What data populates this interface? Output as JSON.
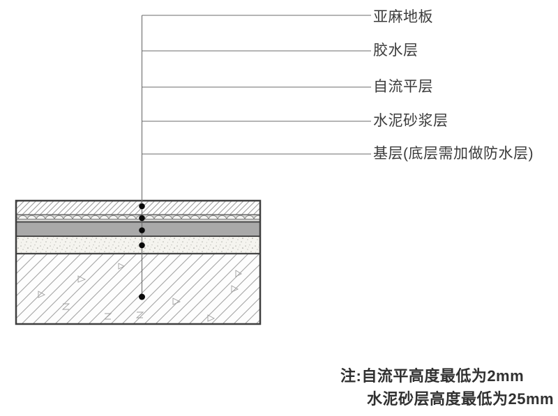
{
  "callouts": {
    "items": [
      {
        "label": "亚麻地板"
      },
      {
        "label": "胶水层"
      },
      {
        "label": "自流平层"
      },
      {
        "label": "水泥砂浆层"
      },
      {
        "label": "基层(底层需加做防水层)"
      }
    ]
  },
  "notes": {
    "line1": "注:自流平高度最低为2mm",
    "line2": "水泥砂层高度最低为25mm"
  },
  "cross_section": {
    "layers": [
      {
        "name": "linoleum-floor",
        "label": "亚麻地板",
        "pattern": "fine-diagonal-hatch"
      },
      {
        "name": "glue-layer",
        "label": "胶水层",
        "pattern": "scallop-row"
      },
      {
        "name": "self-leveling-layer",
        "label": "自流平层",
        "pattern": "solid-gray",
        "color": "#a9a9a9"
      },
      {
        "name": "cement-mortar-layer",
        "label": "水泥砂浆层",
        "pattern": "stipple"
      },
      {
        "name": "base-layer",
        "label": "基层(底层需加做防水层)",
        "pattern": "coarse-diagonal-hatch"
      }
    ]
  },
  "colors": {
    "leader_line": "#6b6b6b",
    "border": "#3e3e3e",
    "solid_layer": "#a9a9a9",
    "text": "#3b3b3b"
  }
}
